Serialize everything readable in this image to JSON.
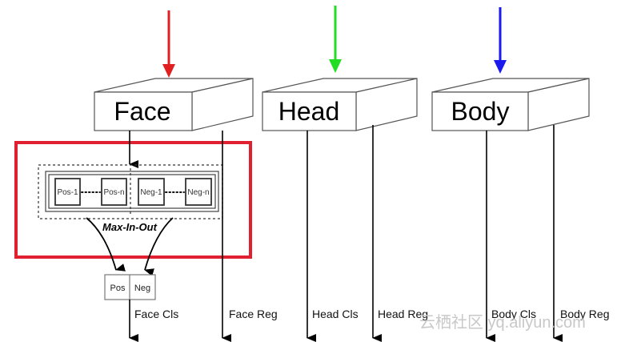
{
  "blocks": {
    "face": {
      "label": "Face",
      "arrow_color": "#e02020"
    },
    "head": {
      "label": "Head",
      "arrow_color": "#22dd22"
    },
    "body": {
      "label": "Body",
      "arrow_color": "#1a1aee"
    }
  },
  "face_module": {
    "highlight_color": "#e02030",
    "cells": {
      "pos_first": "Pos-1",
      "pos_last": "Pos-n",
      "neg_first": "Neg-1",
      "neg_last": "Neg-n"
    },
    "operation": "Max-In-Out",
    "pair": {
      "pos": "Pos",
      "neg": "Neg"
    }
  },
  "outputs": {
    "face_cls": "Face Cls",
    "face_reg": "Face Reg",
    "head_cls": "Head Cls",
    "head_reg": "Head Reg",
    "body_cls": "Body Cls",
    "body_reg": "Body Reg"
  },
  "watermark": "云栖社区 yq.aliyun.com"
}
